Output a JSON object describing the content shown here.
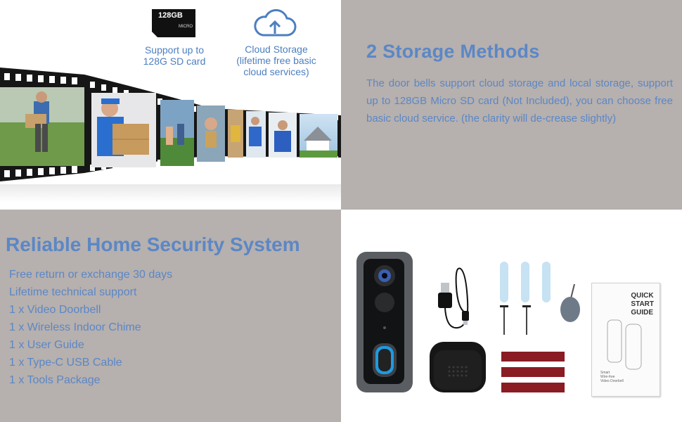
{
  "storage": {
    "sd_card": {
      "chip_label": "128GB",
      "chip_sub": "MICRO",
      "caption": "Support up to\n128G SD card"
    },
    "cloud": {
      "caption": "Cloud Storage\n(lifetime free basic\ncloud services)"
    }
  },
  "methods": {
    "title": "2 Storage Methods",
    "description": "The door bells support cloud storage and local storage, support up to 128GB Micro SD card (Not Included), you can choose free basic cloud service. (the clarity will de-crease slightly)"
  },
  "security": {
    "title": "Reliable Home Security System",
    "items": [
      "Free return or exchange 30 days",
      "Lifetime technical support",
      "1 x Video Doorbell",
      "1 x Wireless Indoor Chime",
      "1 x User Guide",
      "1 x Type-C USB Cable",
      "1 x Tools Package"
    ]
  },
  "package": {
    "guide_title": "QUICK\nSTART\nGUIDE",
    "guide_sub": "Smart\nWire-free\nVideo Doorbell"
  },
  "colors": {
    "accent": "#5b87c6",
    "panel": "#b6b0ae"
  }
}
